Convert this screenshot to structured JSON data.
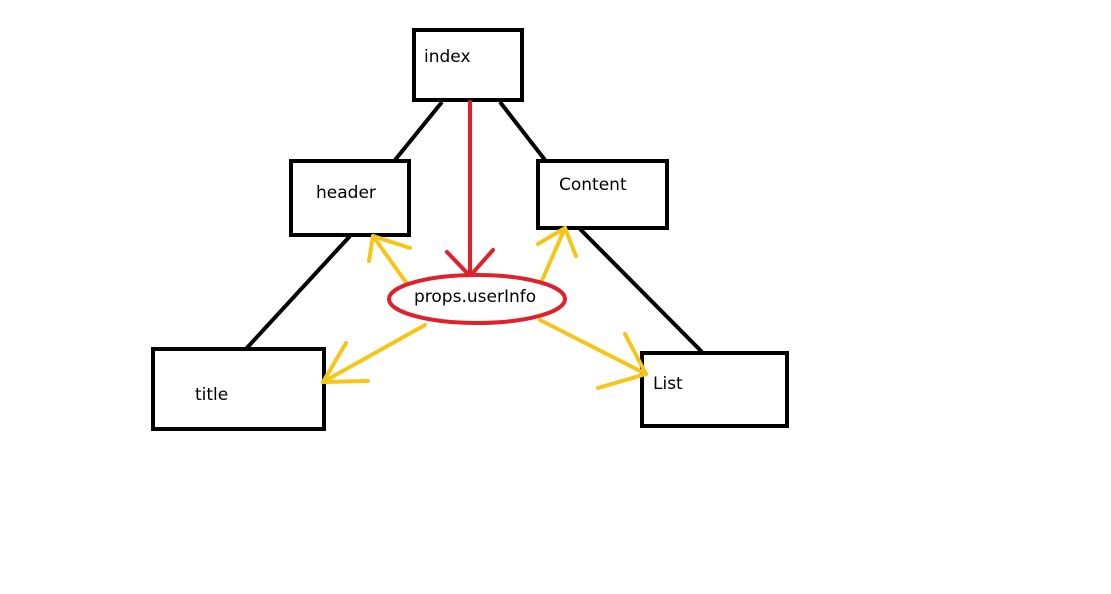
{
  "diagram": {
    "nodes": {
      "index": "index",
      "header": "header",
      "content": "Content",
      "title": "title",
      "list": "List"
    },
    "props": {
      "label": "props.userInfo"
    }
  },
  "colors": {
    "box_stroke": "#000000",
    "tree_line": "#000000",
    "props_ellipse": "#e0202a",
    "props_arrow": "#e0202a",
    "pass_arrow": "#f5c518"
  }
}
